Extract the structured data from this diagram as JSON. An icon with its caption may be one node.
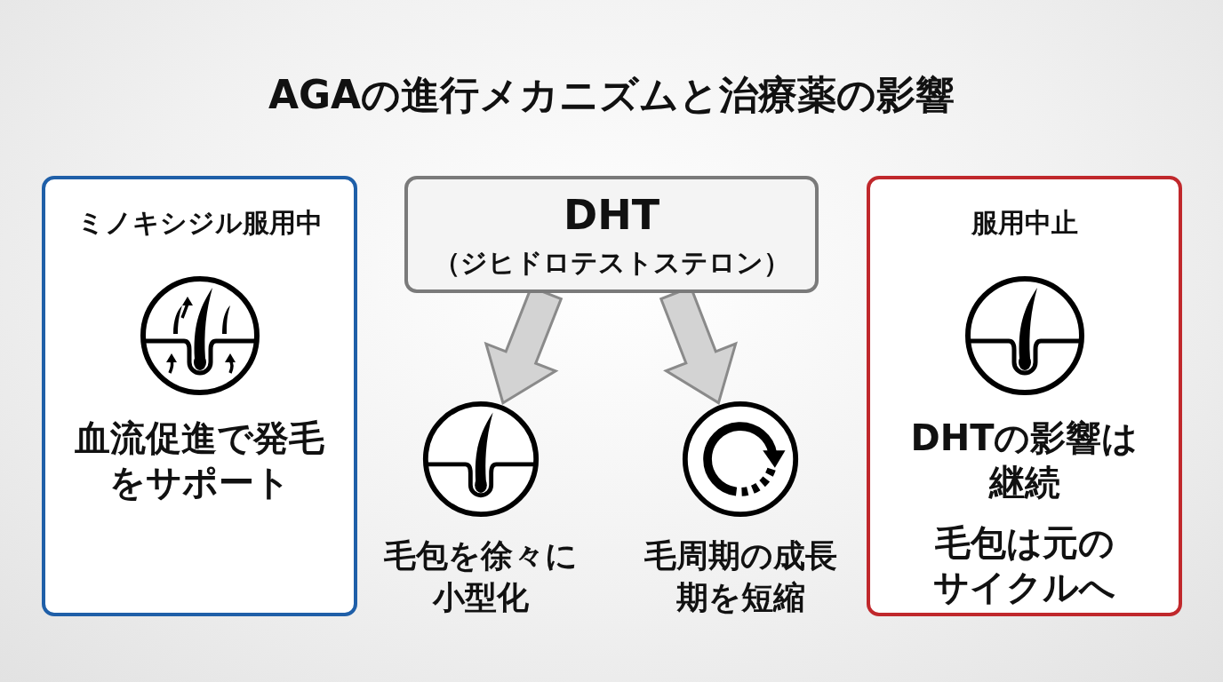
{
  "diagram": {
    "title": "AGAの進行メカニズムと治療薬の影響",
    "nodes": [
      {
        "text": [
          "ミノキシジル服用中",
          "血流促進で発毛をサポート"
        ]
      },
      {
        "text": [
          "DHT",
          "（ジヒドロテストステロン）"
        ]
      },
      {
        "text": [],
        "shape": "picture",
        "beside": [
          "毛包を徐々に小型化"
        ]
      },
      {
        "text": [],
        "shape": "picture",
        "beside": [
          "毛周期の成長期を短縮"
        ]
      },
      {
        "text": [
          "服用中止",
          "DHTの影響は継続",
          "毛包は元のサイクルへ"
        ]
      }
    ],
    "edges": [
      {
        "from": 1,
        "to": 2,
        "arrow": "to"
      },
      {
        "from": 1,
        "to": 3,
        "arrow": "to"
      }
    ]
  }
}
